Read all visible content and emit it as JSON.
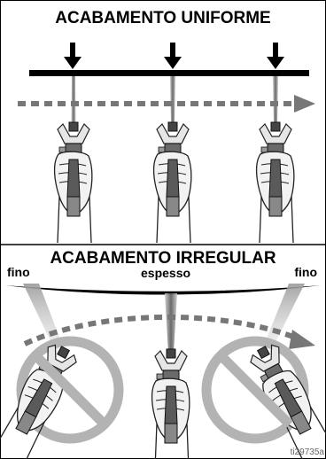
{
  "top_panel": {
    "title": "ACABAMENTO UNIFORME"
  },
  "bottom_panel": {
    "title": "ACABAMENTO IRREGULAR",
    "labels": {
      "left": "fino",
      "center": "espesso",
      "right": "fino"
    }
  },
  "figure_ref": "ti29735a",
  "icons": {
    "down_arrow": "down-arrow-icon",
    "spray_gun": "spray-gun-icon",
    "prohibited": "prohibited-icon",
    "motion_arrow": "dashed-arrow-icon"
  },
  "colors": {
    "ink": "#000000",
    "dash_gray": "#777777",
    "prohibit_gray": "#b3b3b3",
    "skin": "#f2f2f2"
  }
}
